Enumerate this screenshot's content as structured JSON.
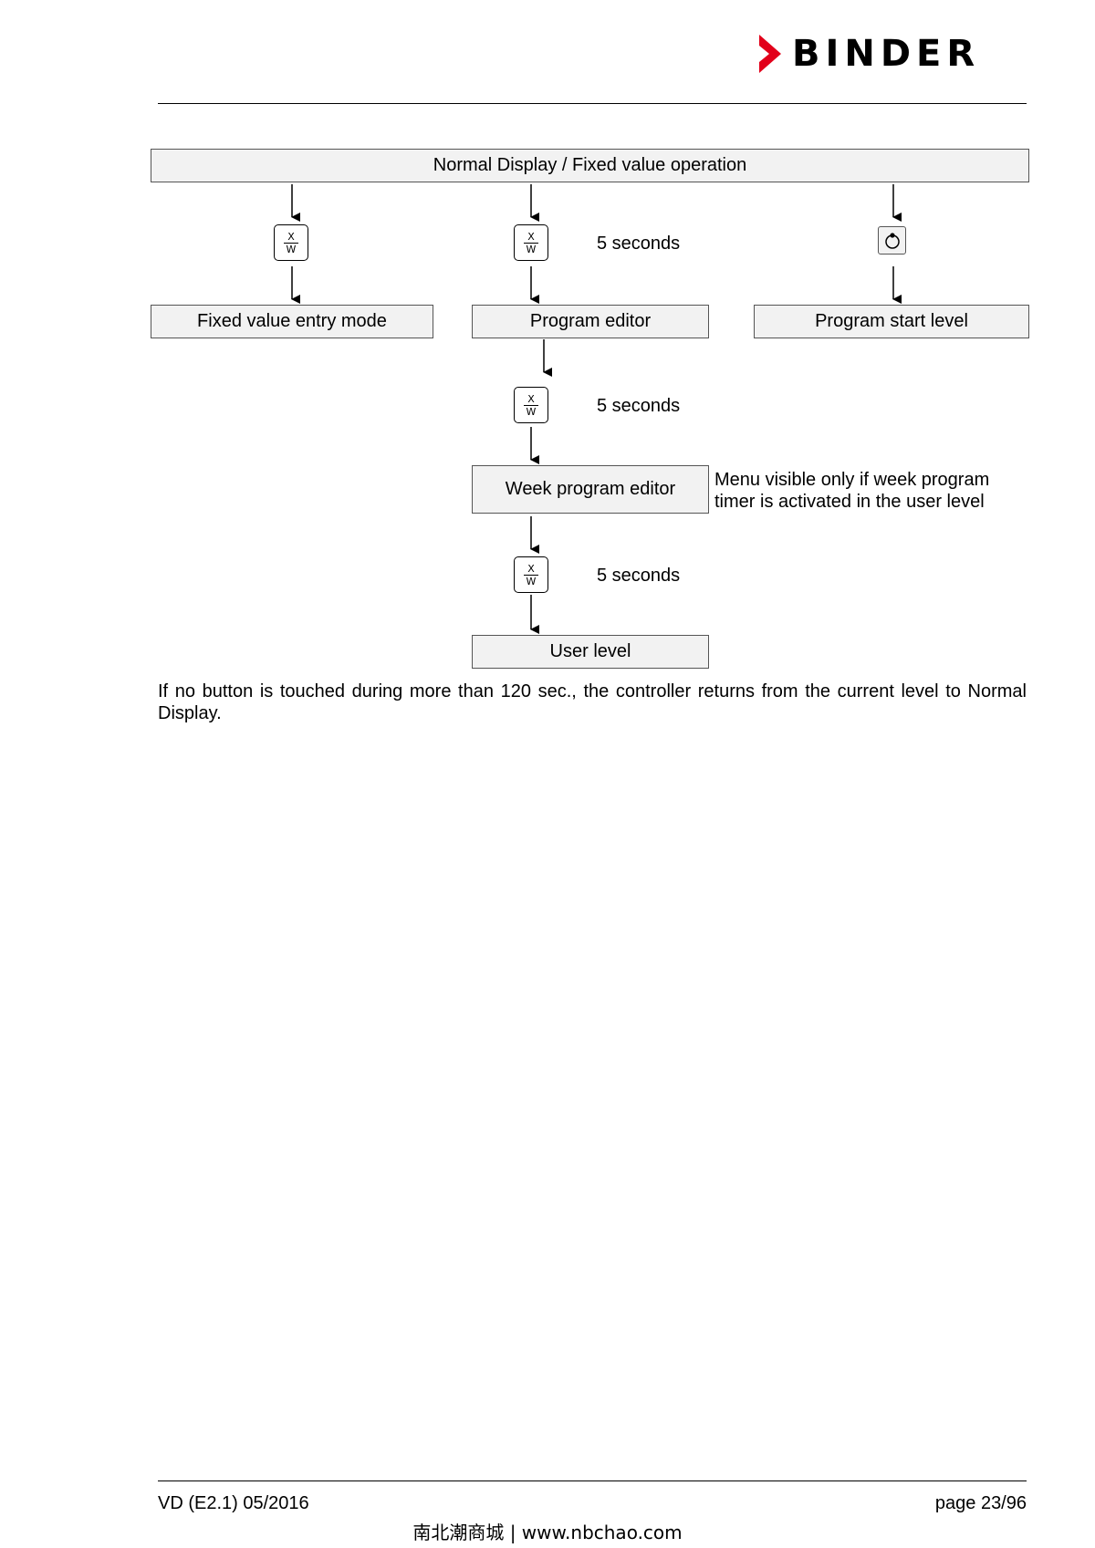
{
  "header": {
    "logo_text": "BINDER",
    "brand_color": "#e2001a"
  },
  "diagram": {
    "top_box": "Normal Display / Fixed value operation",
    "key_symbol": {
      "top": "X",
      "bottom": "W"
    },
    "left_box": "Fixed value entry mode",
    "middle_box": "Program editor",
    "right_box": "Program start level",
    "delay_label_1": "5 seconds",
    "delay_label_2": "5 seconds",
    "delay_label_3": "5 seconds",
    "week_box": "Week program editor",
    "week_note": "Menu visible only if week program timer is activated in the user level",
    "user_box": "User level",
    "start_key_icon": "program-start-icon"
  },
  "body_text": "If no button is touched during more than 120 sec., the controller returns from the current level to Normal Display.",
  "footer": {
    "left": "VD (E2.1) 05/2016",
    "right": "page 23/96",
    "watermark": "南北潮商城 | www.nbchao.com"
  }
}
